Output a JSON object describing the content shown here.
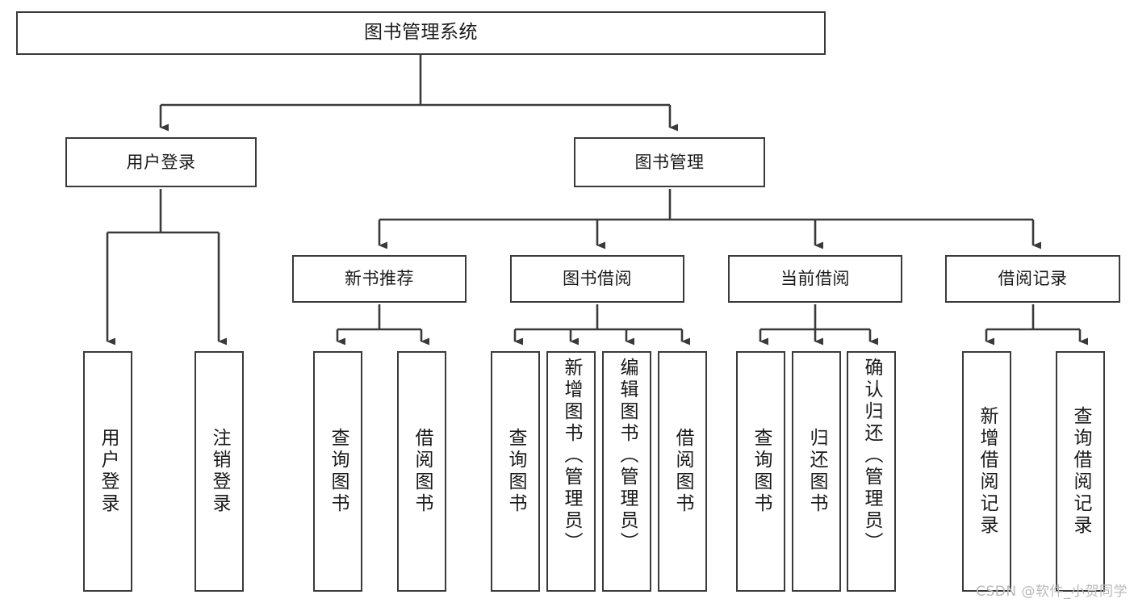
{
  "diagram": {
    "type": "tree",
    "title": "图书管理系统",
    "orientation": "top-down",
    "colors": {
      "box_border": "#3a3a3a",
      "box_fill": "#ffffff",
      "connector": "#3a3a3a",
      "text": "#1a1a1a",
      "watermark": "#b9b9b9",
      "background": "#ffffff"
    },
    "root": {
      "label": "图书管理系统"
    },
    "level2": [
      {
        "label": "用户登录"
      },
      {
        "label": "图书管理"
      }
    ],
    "level3": [
      {
        "label": "新书推荐"
      },
      {
        "label": "图书借阅"
      },
      {
        "label": "当前借阅"
      },
      {
        "label": "借阅记录"
      }
    ],
    "leaves": {
      "user_login": [
        {
          "label": "用户登录"
        },
        {
          "label": "注销登录"
        }
      ],
      "new_book_recommend": [
        {
          "label": "查询图书"
        },
        {
          "label": "借阅图书"
        }
      ],
      "book_borrow": [
        {
          "label": "查询图书"
        },
        {
          "label": "新增图书（管理员）"
        },
        {
          "label": "编辑图书（管理员）"
        },
        {
          "label": "借阅图书"
        }
      ],
      "current_borrow": [
        {
          "label": "查询图书"
        },
        {
          "label": "归还图书"
        },
        {
          "label": "确认归还（管理员）"
        }
      ],
      "borrow_record": [
        {
          "label": "新增借阅记录"
        },
        {
          "label": "查询借阅记录"
        }
      ]
    }
  },
  "watermark": {
    "text": "CSDN @软件_小贺同学"
  }
}
